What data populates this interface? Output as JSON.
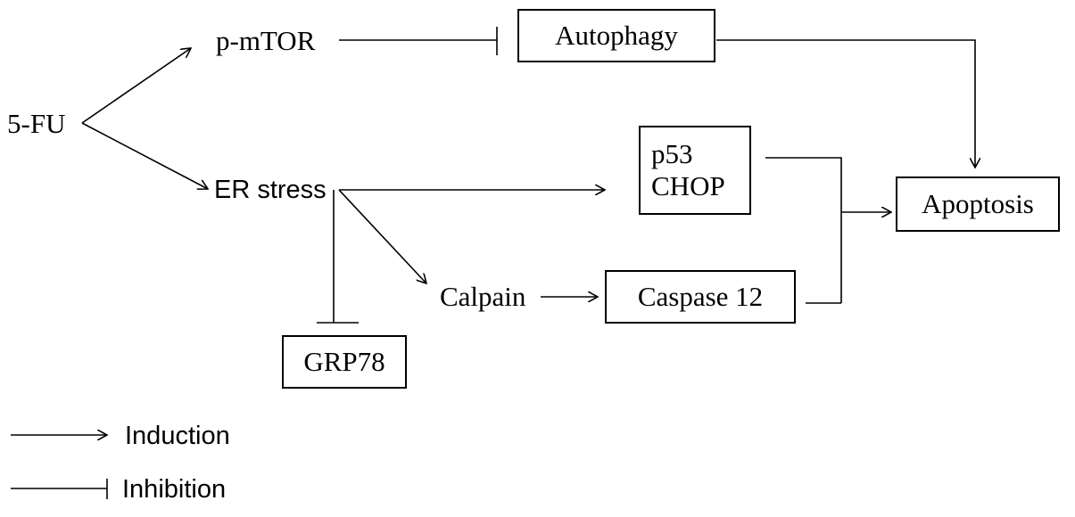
{
  "nodes": {
    "fu": "5-FU",
    "mtor": "p-mTOR",
    "er": "ER stress",
    "calpain": "Calpain",
    "autophagy": "Autophagy",
    "p53": "p53",
    "chop": "CHOP",
    "caspase": "Caspase 12",
    "grp78": "GRP78",
    "apoptosis": "Apoptosis"
  },
  "legend": {
    "induction": "Induction",
    "inhibition": "Inhibition"
  },
  "edges": [
    {
      "from": "5-FU",
      "to": "p-mTOR",
      "type": "induction"
    },
    {
      "from": "5-FU",
      "to": "ER stress",
      "type": "induction"
    },
    {
      "from": "p-mTOR",
      "to": "Autophagy",
      "type": "inhibition"
    },
    {
      "from": "Autophagy",
      "to": "Apoptosis",
      "type": "induction"
    },
    {
      "from": "ER stress",
      "to": "p53 / CHOP",
      "type": "induction"
    },
    {
      "from": "ER stress",
      "to": "Calpain",
      "type": "induction"
    },
    {
      "from": "ER stress",
      "to": "GRP78",
      "type": "inhibition"
    },
    {
      "from": "Calpain",
      "to": "Caspase 12",
      "type": "induction"
    },
    {
      "from": "p53 / CHOP",
      "to": "Apoptosis",
      "type": "induction"
    },
    {
      "from": "Caspase 12",
      "to": "Apoptosis",
      "type": "induction"
    }
  ]
}
